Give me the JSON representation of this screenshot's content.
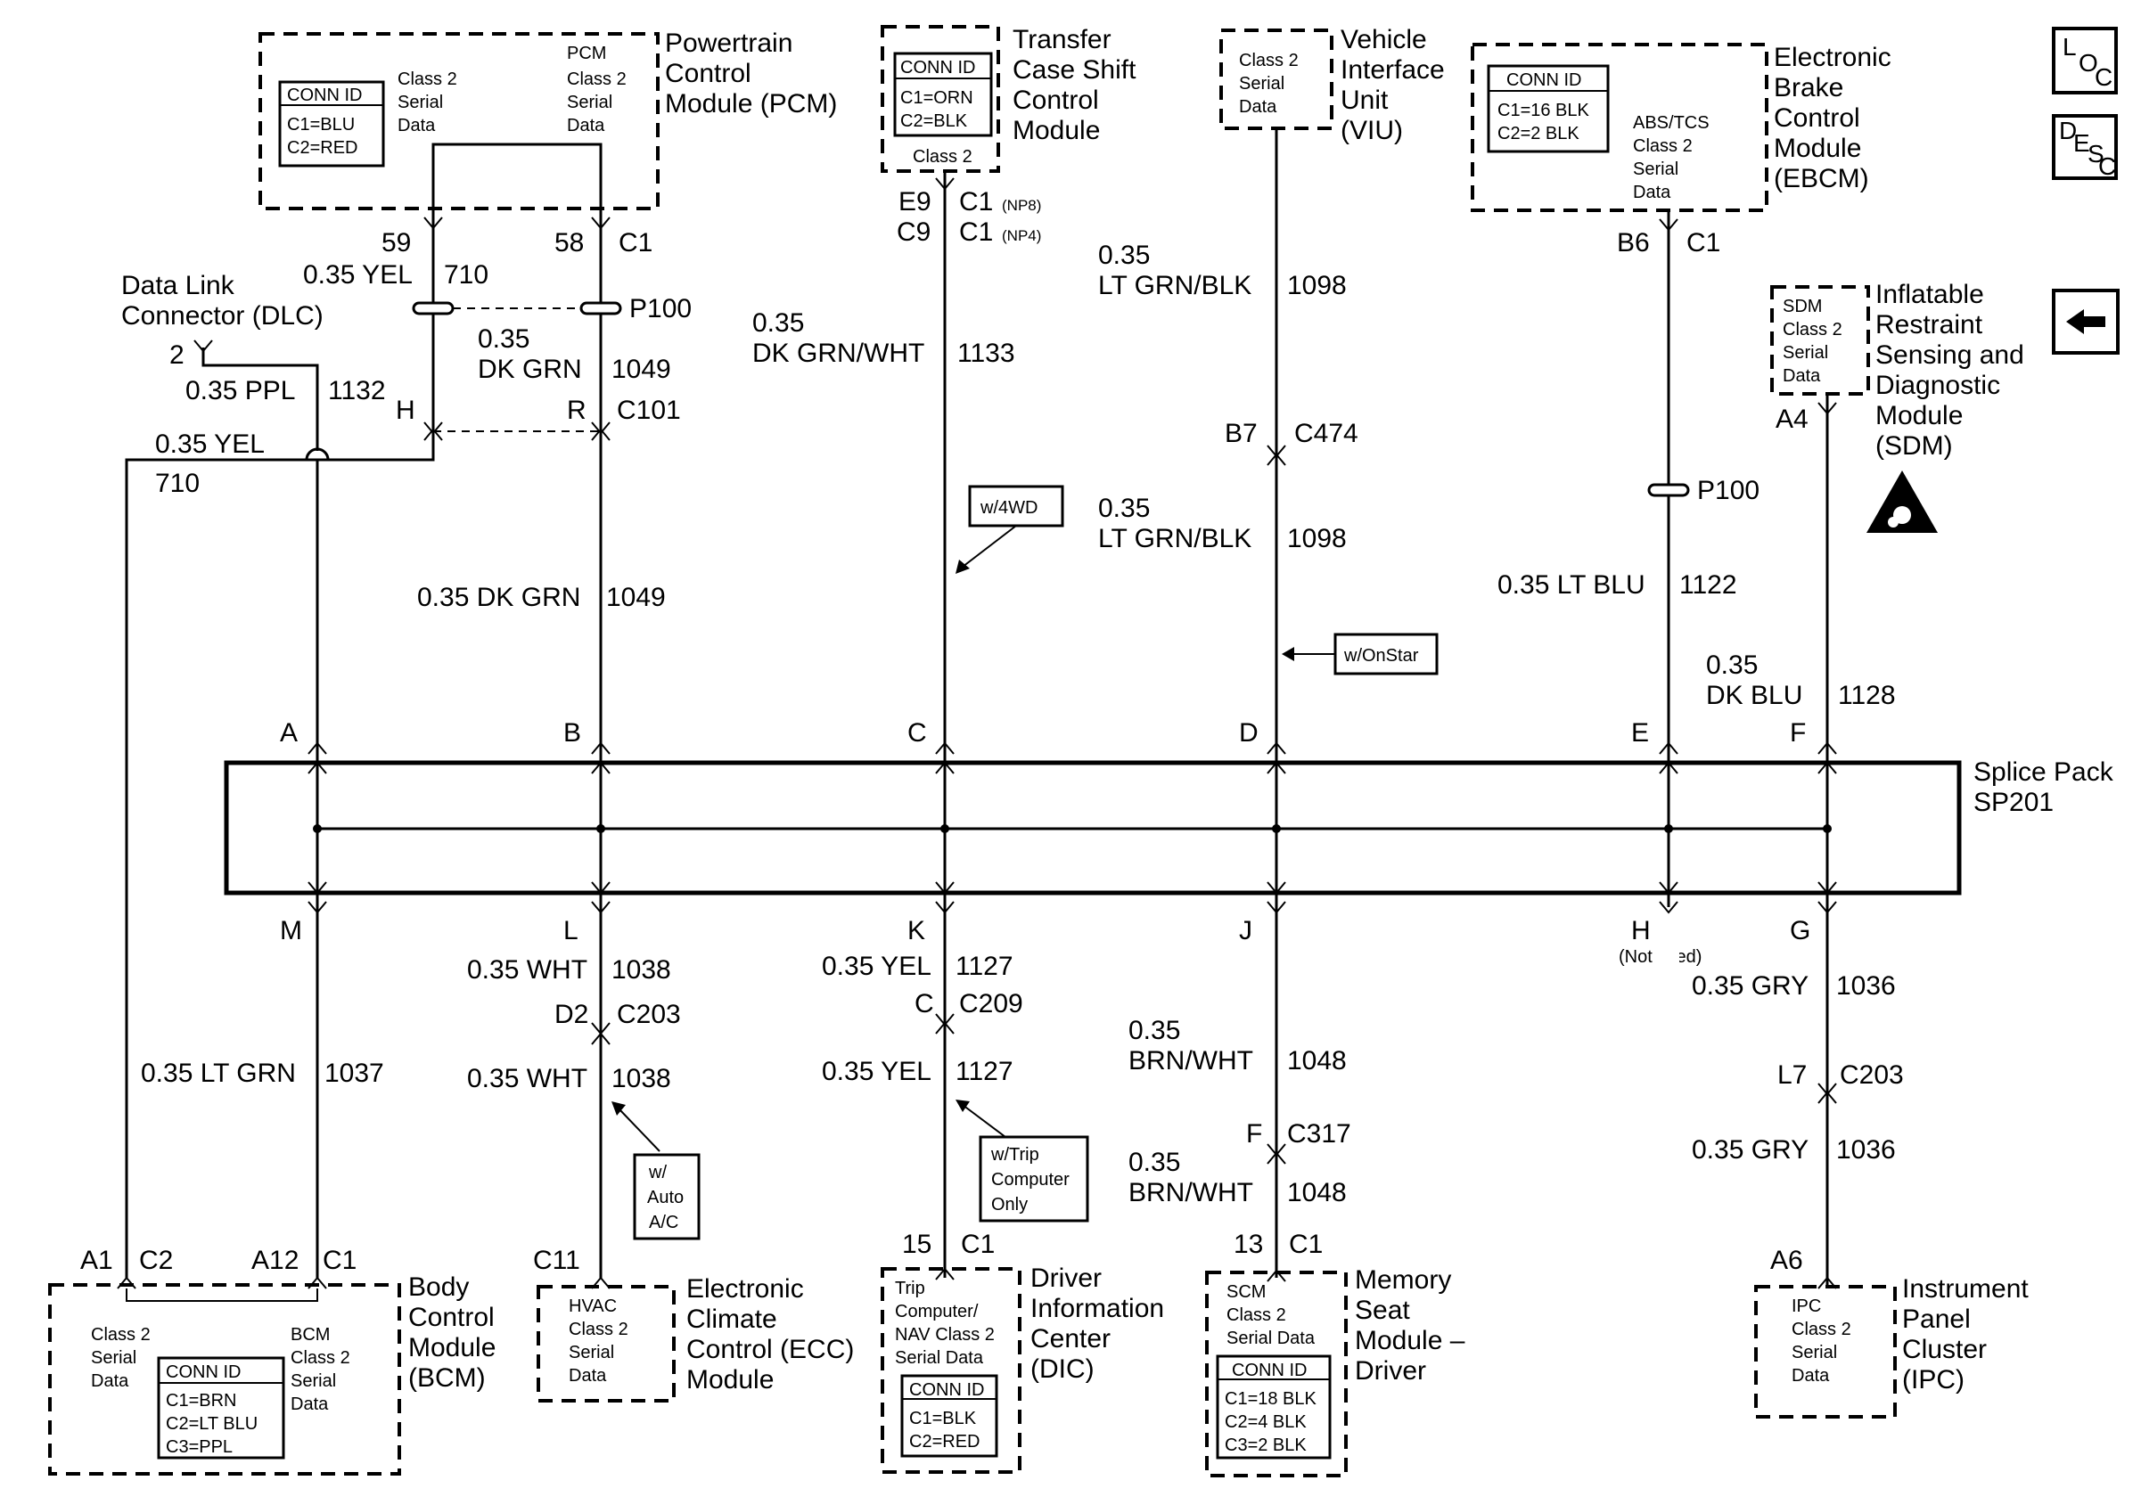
{
  "modules": {
    "pcm": {
      "name1": "Powertrain",
      "name2": "Control",
      "name3": "Module (PCM)",
      "serial1": "Class 2",
      "serial2": "Serial",
      "serial3": "Data",
      "pcm1": "PCM",
      "pcm2": "Class 2",
      "pcm3": "Serial",
      "pcm4": "Data",
      "conn_title": "CONN ID",
      "conn1": "C1=BLU",
      "conn2": "C2=RED"
    },
    "tccm": {
      "name1": "Transfer",
      "name2": "Case Shift",
      "name3": "Control",
      "name4": "Module",
      "conn_title": "CONN ID",
      "conn1": "C1=ORN",
      "conn2": "C2=BLK",
      "cls": "Class 2"
    },
    "viu": {
      "name1": "Vehicle",
      "name2": "Interface",
      "name3": "Unit",
      "name4": "(VIU)",
      "t1": "Class 2",
      "t2": "Serial",
      "t3": "Data"
    },
    "ebcm": {
      "name1": "Electronic",
      "name2": "Brake",
      "name3": "Control",
      "name4": "Module",
      "name5": "(EBCM)",
      "conn_title": "CONN ID",
      "conn1": "C1=16 BLK",
      "conn2": "C2=2 BLK",
      "t1": "ABS/TCS",
      "t2": "Class 2",
      "t3": "Serial",
      "t4": "Data"
    },
    "sdm": {
      "name1": "Inflatable",
      "name2": "Restraint",
      "name3": "Sensing and",
      "name4": "Diagnostic",
      "name5": "Module",
      "name6": "(SDM)",
      "t1": "SDM",
      "t2": "Class 2",
      "t3": "Serial",
      "t4": "Data"
    },
    "bcm": {
      "name1": "Body",
      "name2": "Control",
      "name3": "Module",
      "name4": "(BCM)",
      "l1": "Class 2",
      "l2": "Serial",
      "l3": "Data",
      "r1": "BCM",
      "r2": "Class 2",
      "r3": "Serial",
      "r4": "Data",
      "conn_title": "CONN ID",
      "conn1": "C1=BRN",
      "conn2": "C2=LT BLU",
      "conn3": "C3=PPL"
    },
    "ecc": {
      "name1": "Electronic",
      "name2": "Climate",
      "name3": "Control (ECC)",
      "name4": "Module",
      "t1": "HVAC",
      "t2": "Class 2",
      "t3": "Serial",
      "t4": "Data"
    },
    "dic": {
      "name1": "Driver",
      "name2": "Information",
      "name3": "Center",
      "name4": "(DIC)",
      "t1": "Trip",
      "t2": "Computer/",
      "t3": "NAV Class 2",
      "t4": "Serial Data",
      "conn_title": "CONN ID",
      "conn1": "C1=BLK",
      "conn2": "C2=RED"
    },
    "msm": {
      "name1": "Memory",
      "name2": "Seat",
      "name3": "Module –",
      "name4": "Driver",
      "t1": "SCM",
      "t2": "Class 2",
      "t3": "Serial Data",
      "conn_title": "CONN ID",
      "conn1": "C1=18 BLK",
      "conn2": "C2=4 BLK",
      "conn3": "C3=2 BLK"
    },
    "ipc": {
      "name1": "Instrument",
      "name2": "Panel",
      "name3": "Cluster",
      "name4": "(IPC)",
      "t1": "IPC",
      "t2": "Class 2",
      "t3": "Serial",
      "t4": "Data"
    }
  },
  "dlc": {
    "name1": "Data Link",
    "name2": "Connector (DLC)",
    "pin": "2"
  },
  "splice": {
    "name1": "Splice Pack",
    "name2": "SP201",
    "top_pins": [
      "A",
      "B",
      "C",
      "D",
      "E",
      "F"
    ],
    "bottom_pins": [
      "M",
      "L",
      "K",
      "J",
      "H",
      "G"
    ],
    "not_used": "(Not used)"
  },
  "labels": {
    "pcm_pin59": "59",
    "pcm_pin58": "58",
    "pcm_c1": "C1",
    "w_035yel": "0.35 YEL",
    "w_710": "710",
    "p100": "P100",
    "w_035": "0.35",
    "w_dkgrn": "DK GRN",
    "w_1049": "1049",
    "w_035ppl": "0.35 PPL",
    "w_1132": "1132",
    "h": "H",
    "r": "R",
    "c101": "C101",
    "w_035yel_b": "0.35 YEL",
    "w_710_b": "710",
    "w_035dkgrn": "0.35 DK GRN",
    "w_1049_b": "1049",
    "tccm_e9": "E9",
    "tccm_c9": "C9",
    "tccm_c1a": "C1",
    "np8": "(NP8)",
    "np4": "(NP4)",
    "tccm_c1b": "C1",
    "w_035_t": "0.35",
    "w_dkgrnwht": "DK GRN/WHT",
    "w_1133": "1133",
    "opt_4wd": "w/4WD",
    "w_035_v1": "0.35",
    "w_ltgrnblk1": "LT GRN/BLK",
    "w_1098a": "1098",
    "b7": "B7",
    "c474": "C474",
    "w_035_v2": "0.35",
    "w_ltgrnblk2": "LT GRN/BLK",
    "w_1098b": "1098",
    "opt_onstar": "w/OnStar",
    "b6": "B6",
    "ebcm_c1": "C1",
    "p100_b": "P100",
    "w_035ltblu": "0.35 LT BLU",
    "w_1122": "1122",
    "a4": "A4",
    "w_035_s": "0.35",
    "w_dkblu": "DK BLU",
    "w_1128": "1128",
    "w_035ltgrn": "0.35 LT GRN",
    "w_1037": "1037",
    "a1": "A1",
    "bcm_c2": "C2",
    "a12": "A12",
    "bcm_c1": "C1",
    "w_035wht1": "0.35 WHT",
    "w_1038a": "1038",
    "d2": "D2",
    "c203": "C203",
    "w_035wht2": "0.35 WHT",
    "w_1038b": "1038",
    "c11": "C11",
    "opt_auto1": "w/",
    "opt_auto2": "Auto",
    "opt_auto3": "A/C",
    "w_035yel1": "0.35 YEL",
    "w_1127a": "1127",
    "k_c": "C",
    "c209": "C209",
    "w_035yel2": "0.35 YEL",
    "w_1127b": "1127",
    "opt_trip1": "w/Trip",
    "opt_trip2": "Computer",
    "opt_trip3": "Only",
    "dic_15": "15",
    "dic_c1": "C1",
    "w_035_m1": "0.35",
    "w_brnwht1": "BRN/WHT",
    "w_1048a": "1048",
    "f": "F",
    "c317": "C317",
    "w_035_m2": "0.35",
    "w_brnwht2": "BRN/WHT",
    "w_1048b": "1048",
    "msm_13": "13",
    "msm_c1": "C1",
    "w_035gry1": "0.35 GRY",
    "w_1036a": "1036",
    "l7": "L7",
    "c203_b": "C203",
    "w_035gry2": "0.35 GRY",
    "w_1036b": "1036",
    "a6": "A6"
  },
  "icons": {
    "loc_l": "L",
    "loc_o": "O",
    "loc_c": "C",
    "desc_d": "D",
    "desc_e": "E",
    "desc_s": "S",
    "desc_c": "C"
  }
}
